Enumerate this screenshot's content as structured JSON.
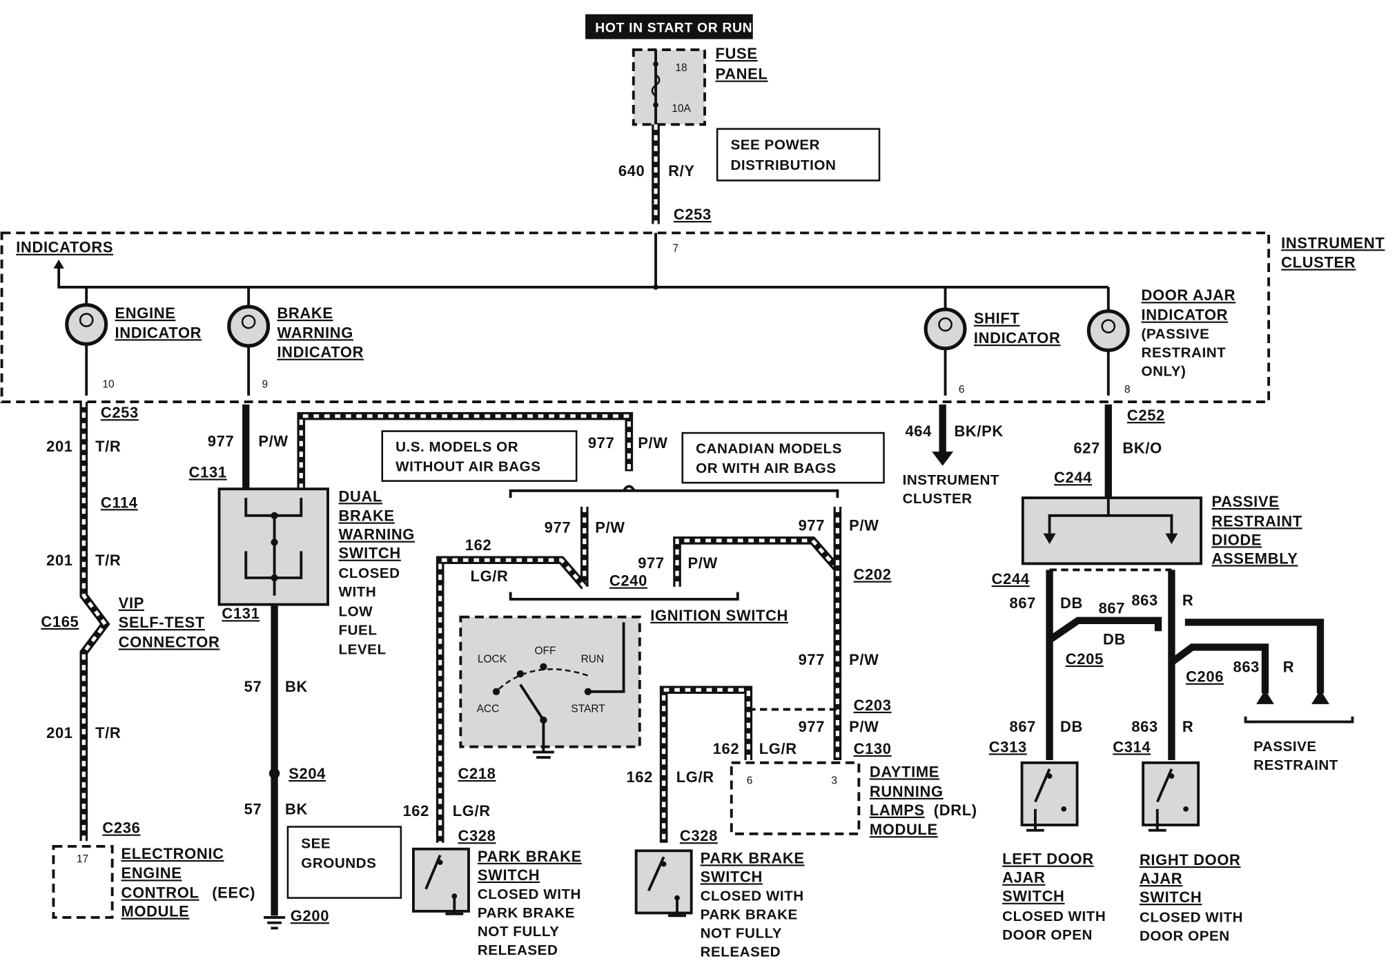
{
  "header": {
    "power_label": "HOT IN START OR RUN"
  },
  "fuse_panel": {
    "label_1": "FUSE",
    "label_2": "PANEL",
    "fuse_num": "18",
    "fuse_amp": "10A"
  },
  "notes": {
    "power_dist_1": "SEE POWER",
    "power_dist_2": "DISTRIBUTION",
    "us_models_1": "U.S. MODELS OR",
    "us_models_2": "WITHOUT AIR BAGS",
    "can_models_1": "CANADIAN MODELS",
    "can_models_2": "OR WITH AIR BAGS",
    "see_grounds_1": "SEE",
    "see_grounds_2": "GROUNDS"
  },
  "cluster": {
    "indicators_label": "INDICATORS",
    "instrument_cluster_1": "INSTRUMENT",
    "instrument_cluster_2": "CLUSTER",
    "engine_1": "ENGINE",
    "engine_2": "INDICATOR",
    "brake_1": "BRAKE",
    "brake_2": "WARNING",
    "brake_3": "INDICATOR",
    "shift_1": "SHIFT",
    "shift_2": "INDICATOR",
    "door_1": "DOOR AJAR",
    "door_2": "INDICATOR",
    "door_3": "(PASSIVE",
    "door_4": "RESTRAINT",
    "door_5": "ONLY)",
    "pin_7": "7",
    "pin_10": "10",
    "pin_9": "9",
    "pin_6": "6",
    "pin_8": "8"
  },
  "wires": {
    "w640": "640",
    "c640": "R/Y",
    "w201": "201",
    "c201": "T/R",
    "w977": "977",
    "c977": "P/W",
    "w464": "464",
    "c464": "BK/PK",
    "w627": "627",
    "c627": "BK/O",
    "w162": "162",
    "c162": "LG/R",
    "w57": "57",
    "c57": "BK",
    "w867": "867",
    "c867": "DB",
    "w863": "863",
    "c863": "R"
  },
  "connectors": {
    "c253": "C253",
    "c252": "C252",
    "c114": "C114",
    "c165": "C165",
    "c236": "C236",
    "c131": "C131",
    "c244": "C244",
    "c240": "C240",
    "c202": "C202",
    "c203": "C203",
    "c130": "C130",
    "c218": "C218",
    "c328": "C328",
    "c205": "C205",
    "c206": "C206",
    "c313": "C313",
    "c314": "C314",
    "s204": "S204",
    "g200": "G200"
  },
  "components": {
    "vip_1": "VIP",
    "vip_2": "SELF-TEST",
    "vip_3": "CONNECTOR",
    "eec_1": "ELECTRONIC",
    "eec_2": "ENGINE",
    "eec_3": "CONTROL",
    "eec_4": "(EEC)",
    "eec_5": "MODULE",
    "eec_pin": "17",
    "dual_1": "DUAL",
    "dual_2": "BRAKE",
    "dual_3": "WARNING",
    "dual_4": "SWITCH",
    "dual_5": "CLOSED",
    "dual_6": "WITH",
    "dual_7": "LOW",
    "dual_8": "FUEL",
    "dual_9": "LEVEL",
    "ignition": "IGNITION SWITCH",
    "ign_lock": "LOCK",
    "ign_off": "OFF",
    "ign_run": "RUN",
    "ign_acc": "ACC",
    "ign_start": "START",
    "instrument_1": "INSTRUMENT",
    "instrument_2": "CLUSTER",
    "prd_1": "PASSIVE",
    "prd_2": "RESTRAINT",
    "prd_3": "DIODE",
    "prd_4": "ASSEMBLY",
    "drl_1": "DAYTIME",
    "drl_2": "RUNNING",
    "drl_3": "LAMPS",
    "drl_4": "(DRL)",
    "drl_5": "MODULE",
    "drl_pin6": "6",
    "drl_pin3": "3",
    "park_1": "PARK BRAKE",
    "park_2": "SWITCH",
    "park_3": "CLOSED WITH",
    "park_4": "PARK BRAKE",
    "park_5": "NOT FULLY",
    "park_6": "RELEASED",
    "passive_1": "PASSIVE",
    "passive_2": "RESTRAINT",
    "ldoor_1": "LEFT DOOR",
    "ldoor_2": "AJAR",
    "ldoor_3": "SWITCH",
    "ldoor_4": "CLOSED WITH",
    "ldoor_5": "DOOR OPEN",
    "rdoor_1": "RIGHT DOOR",
    "rdoor_2": "AJAR",
    "rdoor_3": "SWITCH",
    "rdoor_4": "CLOSED WITH",
    "rdoor_5": "DOOR OPEN"
  }
}
